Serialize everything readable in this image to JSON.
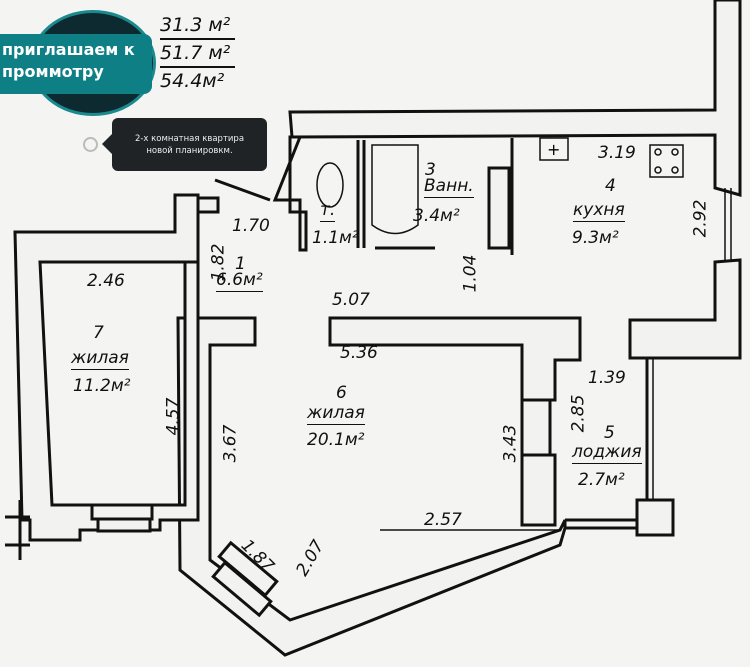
{
  "overlay": {
    "promo_line1": "приглашаем к",
    "promo_line2": "проммотру",
    "tooltip_line1": "2-х комнатная квартира",
    "tooltip_line2": "новой планировкм."
  },
  "totals": {
    "living_area": "31.3 м²",
    "total_area": "51.7 м²",
    "total_with_loggia": "54.4м²"
  },
  "rooms": [
    {
      "number": "1",
      "name": "",
      "area": "6.6м²"
    },
    {
      "number": "",
      "name": "т.",
      "area": "1.1м²"
    },
    {
      "number": "3",
      "name": "Ванн.",
      "area": "3.4м²"
    },
    {
      "number": "4",
      "name": "кухня",
      "area": "9.3м²"
    },
    {
      "number": "5",
      "name": "лоджия",
      "area": "2.7м²"
    },
    {
      "number": "6",
      "name": "жилая",
      "area": "20.1м²"
    },
    {
      "number": "7",
      "name": "жилая",
      "area": "11.2м²"
    }
  ],
  "dimensions": {
    "hall_width": "1.70",
    "hall_side": "1.82",
    "corridor": "1.04",
    "room6_top": "5.07",
    "room6_top_inner": "5.36",
    "room6_left": "3.67",
    "room6_right": "3.43",
    "room6_bottom": "2.57",
    "room6_diag1": "1.87",
    "room6_diag2": "2.07",
    "room7_top": "2.46",
    "room7_side": "4.57",
    "kitchen_top": "3.19",
    "kitchen_side": "2.92",
    "loggia_top": "1.39",
    "loggia_side": "2.85"
  }
}
